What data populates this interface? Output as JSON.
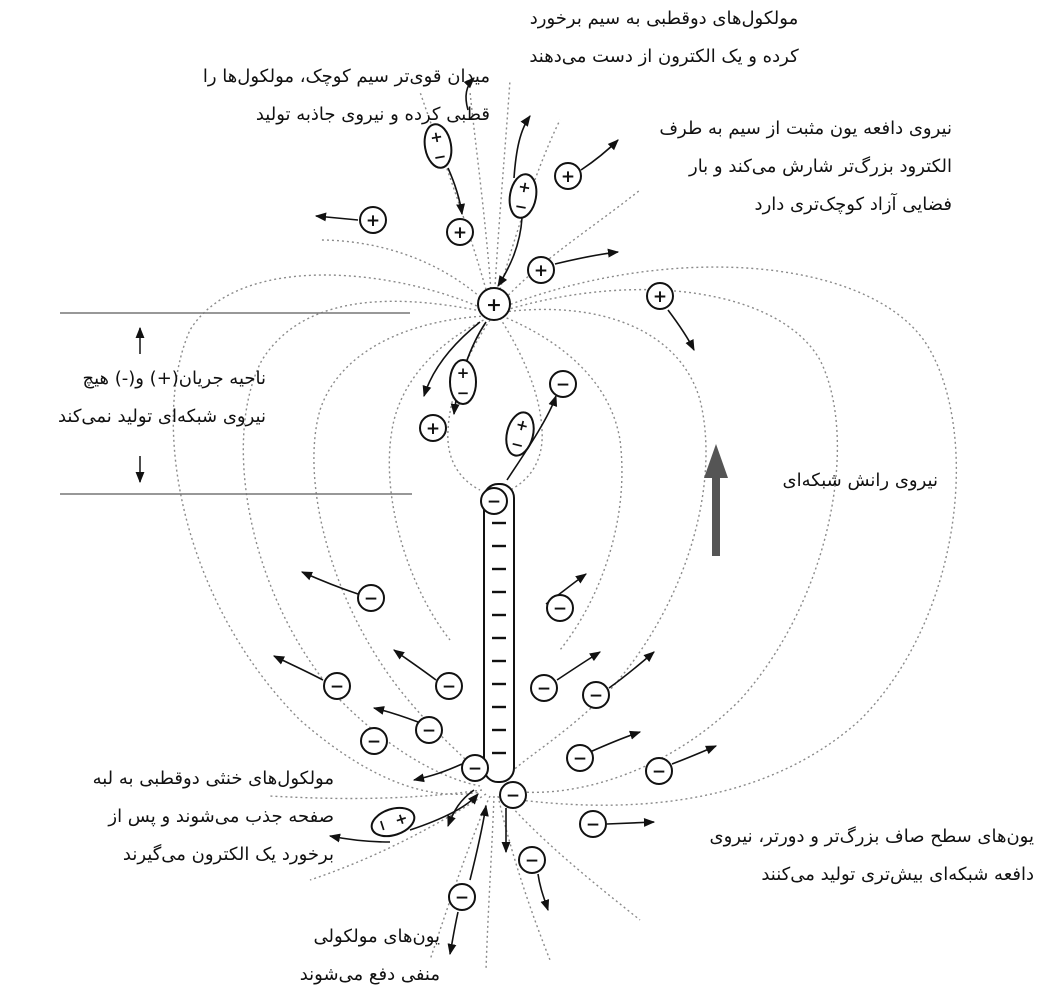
{
  "figure": {
    "labels": {
      "dipole_collide": {
        "lines": [
          "مولکول‌های دوقطبی به سیم برخورد",
          "کرده و یک الکترون از دست می‌دهند"
        ]
      },
      "strong_field": {
        "lines": [
          "میدان قوی‌تر سیم کوچک، مولکول‌ها را",
          "قطبی کرده و نیروی جاذبه تولید"
        ]
      },
      "repulsive_force": {
        "lines": [
          "نیروی دافعه یون مثبت از سیم به طرف",
          "الکترود بزرگ‌تر شارش می‌کند و بار",
          "فضایی آزاد کوچک‌تری دارد"
        ]
      },
      "current_region": {
        "lines": [
          "ناحیه جریان(+) و(-) هیچ",
          "نیروی شبکه‌ای تولید نمی‌کند"
        ]
      },
      "net_thrust": {
        "lines": [
          "نیروی رانش شبکه‌ای"
        ]
      },
      "neutral_dipole": {
        "lines": [
          "مولکول‌های خنثی دوقطبی به لبه",
          "صفحه جذب می‌شوند و پس از",
          "برخورد یک الکترون می‌گیرند"
        ]
      },
      "flat_surface_ions": {
        "lines": [
          "یون‌های سطح صاف بزرگ‌تر و دورتر، نیروی",
          "دافعه شبکه‌ای بیش‌تری تولید می‌کنند"
        ]
      },
      "molecular_ions": {
        "lines": [
          "یون‌های مولکولی",
          "منفی دفع می‌شوند"
        ]
      }
    },
    "symbols": {
      "plus": "+",
      "minus": "−"
    },
    "colors": {
      "ink": "#111111",
      "field_lines": "#8a8a8a",
      "thrust_arrow": "#555555",
      "region_lines": "#777777"
    }
  }
}
